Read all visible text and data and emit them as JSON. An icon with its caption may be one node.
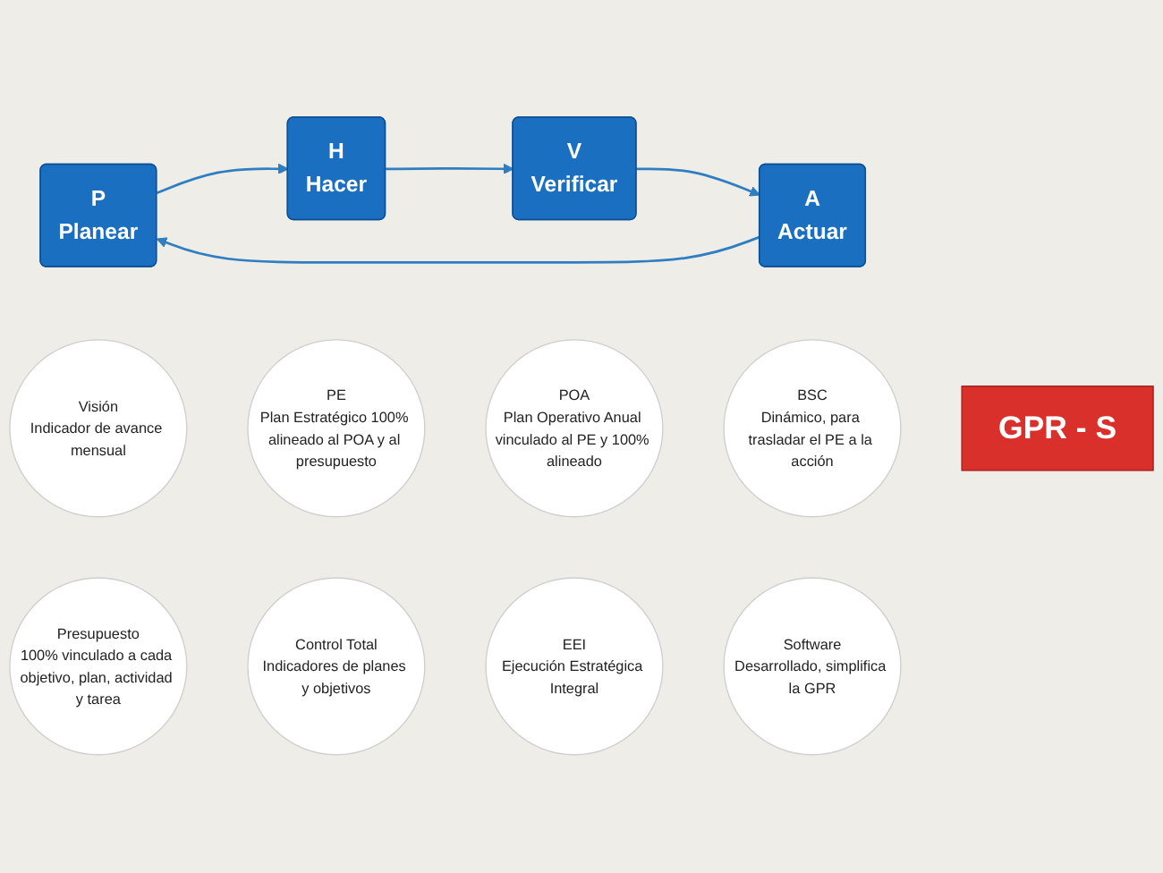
{
  "diagram": {
    "nodes": [
      {
        "text": [
          "P",
          "Planear"
        ]
      },
      {
        "text": [
          "H",
          "Hacer"
        ]
      },
      {
        "text": [
          "V",
          "Verificar"
        ]
      },
      {
        "text": [
          "A",
          "Actuar"
        ]
      },
      {
        "text": [
          "GPR - S"
        ]
      },
      {
        "text": [
          "Visión",
          "Indicador de avance mensual"
        ]
      },
      {
        "text": [
          "PE",
          "Plan Estratégico 100% alineado al POA y al presupuesto"
        ]
      },
      {
        "text": [
          "POA",
          "Plan Operativo Anual vinculado al PE y 100% alineado"
        ]
      },
      {
        "text": [
          "BSC",
          "Dinámico, para trasladar el PE a la acción"
        ]
      },
      {
        "text": [
          "Presupuesto",
          "100% vinculado a cada objetivo, plan, actividad y tarea"
        ]
      },
      {
        "text": [
          "Control Total",
          "Indicadores de planes y objetivos"
        ]
      },
      {
        "text": [
          "EEI",
          "Ejecución Estratégica Integral"
        ]
      },
      {
        "text": [
          "Software",
          "Desarrollado, simplifica la GPR"
        ]
      }
    ],
    "edges": [
      {
        "from": 0,
        "to": 1,
        "arrow": "to"
      },
      {
        "from": 1,
        "to": 2,
        "arrow": "to"
      },
      {
        "from": 2,
        "to": 3,
        "arrow": "to"
      },
      {
        "from": 3,
        "to": 0,
        "arrow": "to"
      }
    ]
  }
}
